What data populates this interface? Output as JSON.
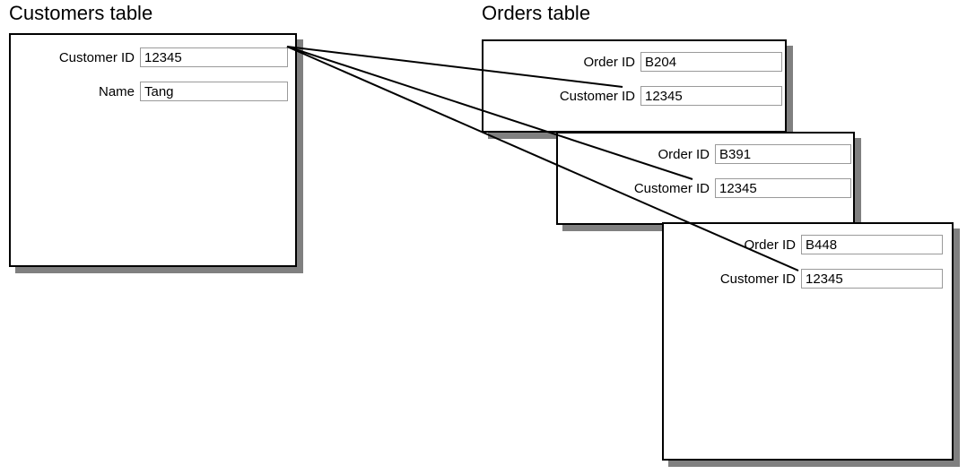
{
  "diagram": {
    "type": "entity-relationship-record-diagram",
    "background": "#ffffff",
    "line_color": "#000000",
    "card_border_color": "#000000",
    "card_shadow_color": "#808080",
    "field_box_border_color": "#9a9a9a"
  },
  "customers": {
    "title": "Customers table",
    "record": {
      "fields": [
        {
          "label": "Customer ID",
          "value": "12345"
        },
        {
          "label": "Name",
          "value": "Tang"
        }
      ]
    }
  },
  "orders": {
    "title": "Orders table",
    "records": [
      {
        "fields": [
          {
            "label": "Order ID",
            "value": "B204"
          },
          {
            "label": "Customer ID",
            "value": "12345"
          }
        ]
      },
      {
        "fields": [
          {
            "label": "Order ID",
            "value": "B391"
          },
          {
            "label": "Customer ID",
            "value": "12345"
          }
        ]
      },
      {
        "fields": [
          {
            "label": "Order ID",
            "value": "B448"
          },
          {
            "label": "Customer ID",
            "value": "12345"
          }
        ]
      }
    ]
  },
  "relationships": [
    {
      "from": "customers.customer_id",
      "to": "orders.0.customer_id"
    },
    {
      "from": "customers.customer_id",
      "to": "orders.1.customer_id"
    },
    {
      "from": "customers.customer_id",
      "to": "orders.2.customer_id"
    }
  ]
}
